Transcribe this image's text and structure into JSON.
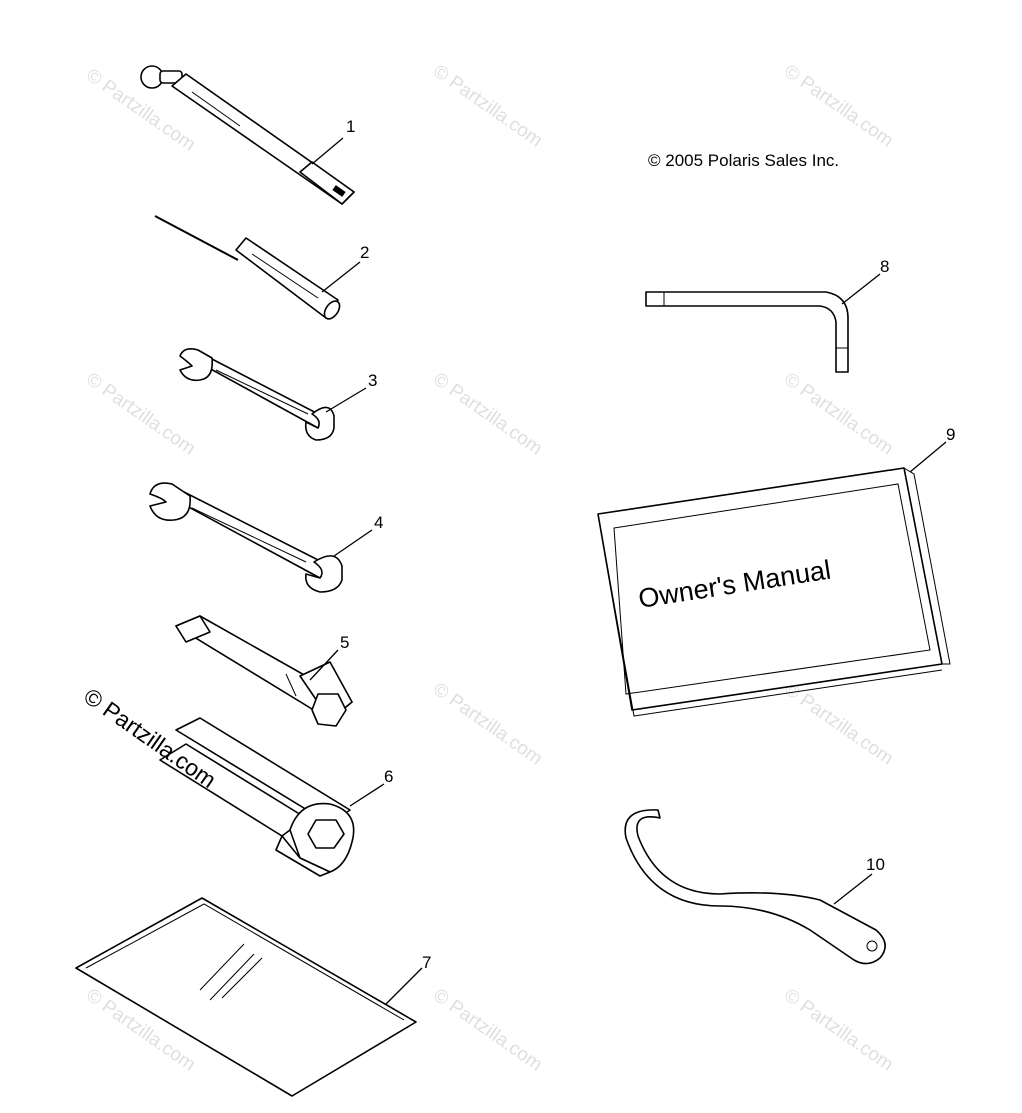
{
  "copyright": "© 2005 Polaris Sales Inc.",
  "watermark": "© Partzilla.com",
  "manual_cover_text": "Owner's Manual",
  "callouts": [
    "1",
    "2",
    "3",
    "4",
    "5",
    "6",
    "7",
    "8",
    "9",
    "10"
  ],
  "colors": {
    "line": "#000000",
    "background": "#ffffff"
  }
}
